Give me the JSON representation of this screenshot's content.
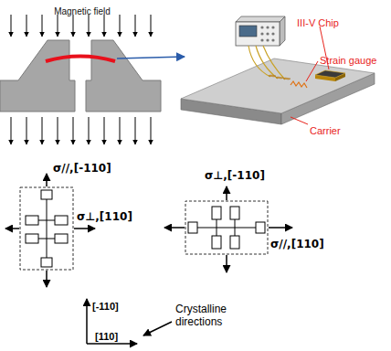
{
  "diagram": {
    "labels": [
      "Magnetic field",
      "III-V Chip",
      "Strain gauge",
      "Carrier",
      "σ//,[-110]",
      "σ⊥,[110]",
      "σ⊥,[-110]",
      "σ//,[110]",
      "[-110]",
      "[110]",
      "Crystalline directions"
    ]
  }
}
